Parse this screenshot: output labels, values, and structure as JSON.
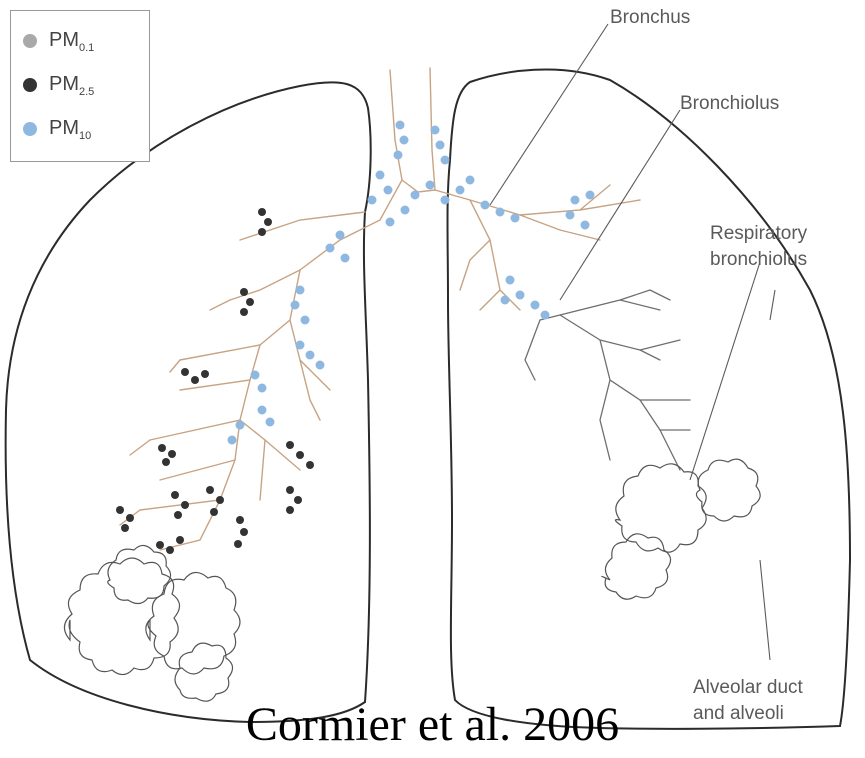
{
  "legend": {
    "items": [
      {
        "prefix": "PM",
        "sub": "0.1",
        "color": "#a9a9a9"
      },
      {
        "prefix": "PM",
        "sub": "2.5",
        "color": "#333333"
      },
      {
        "prefix": "PM",
        "sub": "10",
        "color": "#8fb8e0"
      }
    ]
  },
  "labels": {
    "bronchus": "Bronchus",
    "bronchiolus": "Bronchiolus",
    "respiratory_1": "Respiratory",
    "respiratory_2": "bronchiolus",
    "alveolar_1": "Alveolar duct",
    "alveolar_2": "and alveoli"
  },
  "citation": "Cormier et al. 2006"
}
